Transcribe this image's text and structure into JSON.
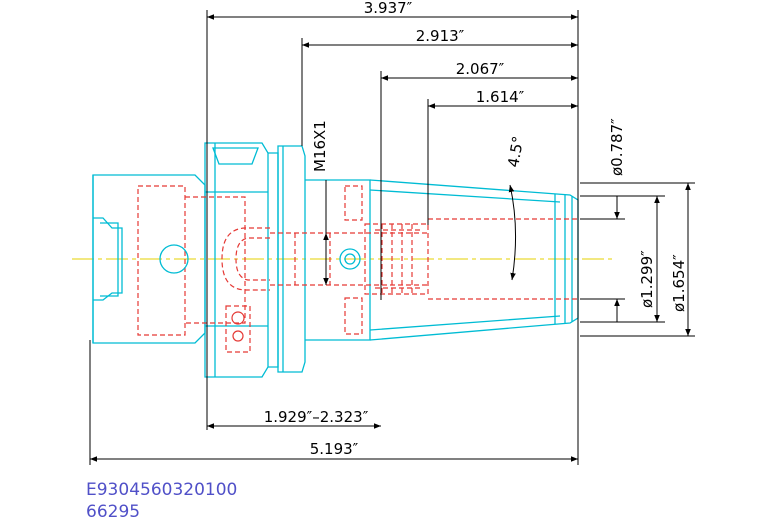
{
  "drawing": {
    "colors": {
      "outline": "#00bcd4",
      "hidden": "#e53935",
      "dimension": "#000000",
      "centerline": "#e6d200",
      "code": "#5050c8"
    },
    "dimensions": {
      "overall_top": "3.937″",
      "d2913": "2.913″",
      "d2067": "2.067″",
      "d1614": "1.614″",
      "thread": "M16X1",
      "angle": "4.5°",
      "dia0787": "ø0.787″",
      "dia1299": "ø1.299″",
      "dia1654": "ø1.654″",
      "range": "1.929″–2.323″",
      "overall_bottom": "5.193″"
    },
    "codes": {
      "part_number": "E9304560320100",
      "item_number": "66295"
    }
  }
}
